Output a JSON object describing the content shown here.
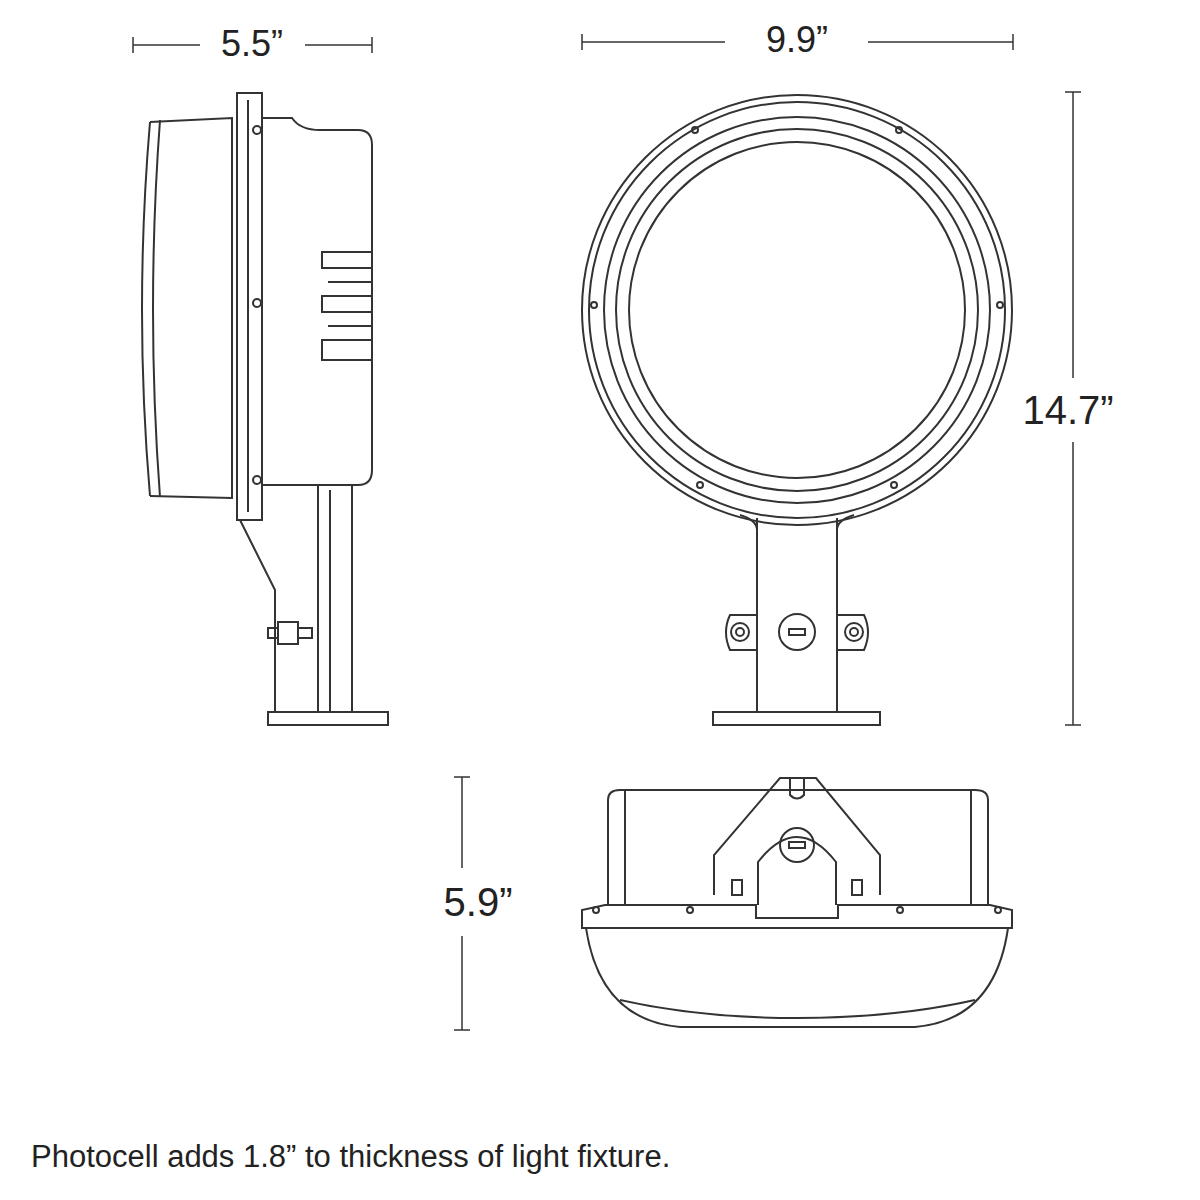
{
  "diagram": {
    "labels": [
      "5.5”",
      "9.9”",
      "14.7”",
      "5.9”",
      "Photocell adds 1.8” to thickness of light fixture."
    ]
  }
}
